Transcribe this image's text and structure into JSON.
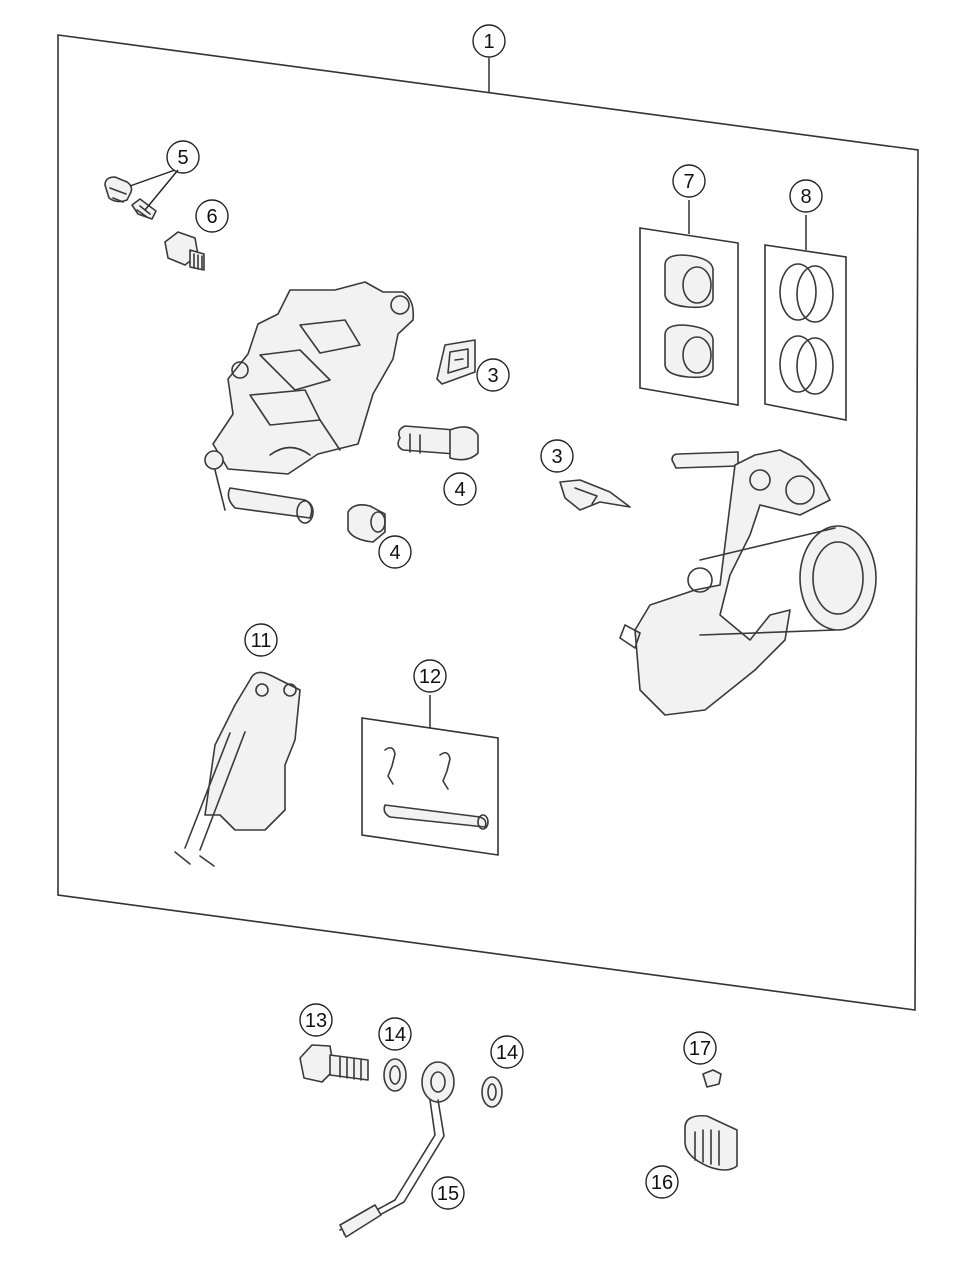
{
  "callouts": {
    "c1": "1",
    "c3a": "3",
    "c3b": "3",
    "c4a": "4",
    "c4b": "4",
    "c5": "5",
    "c6": "6",
    "c7": "7",
    "c8": "8",
    "c11": "11",
    "c12": "12",
    "c13": "13",
    "c14a": "14",
    "c14b": "14",
    "c15": "15",
    "c16": "16",
    "c17": "17"
  },
  "colors": {
    "line": "#3a3a3a",
    "fill": "#f2f2f2",
    "background": "#ffffff"
  }
}
